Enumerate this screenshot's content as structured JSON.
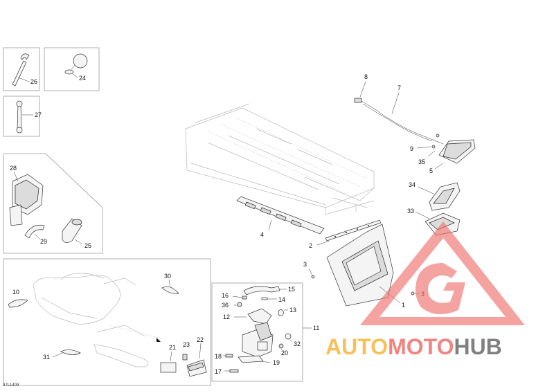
{
  "diagram_ref": "37L1409",
  "callouts": {
    "c1": "1",
    "c2": "2",
    "c3a": "3",
    "c3b": "3",
    "c4": "4",
    "c5": "5",
    "c7": "7",
    "c8": "8",
    "c9": "9",
    "c10": "10",
    "c11": "11",
    "c12": "12",
    "c13": "13",
    "c14": "14",
    "c15": "15",
    "c16": "16",
    "c17": "17",
    "c18": "18",
    "c19": "19",
    "c20": "20",
    "c21": "21",
    "c22": "22",
    "c23": "23",
    "c24": "24",
    "c25": "25",
    "c26": "26",
    "c27": "27",
    "c28": "28",
    "c29": "29",
    "c30": "30",
    "c31": "31",
    "c32": "32",
    "c33": "33",
    "c34": "34",
    "c35": "35",
    "c36": "36"
  },
  "watermark": {
    "word_part_1": "AUTO",
    "word_part_2": "MOTO",
    "word_part_3": "HUB",
    "color_1": "#f5b73b",
    "color_2": "#ef6f6c",
    "color_3": "#6b6b6b",
    "triangle_color": "#ef6f6c"
  }
}
